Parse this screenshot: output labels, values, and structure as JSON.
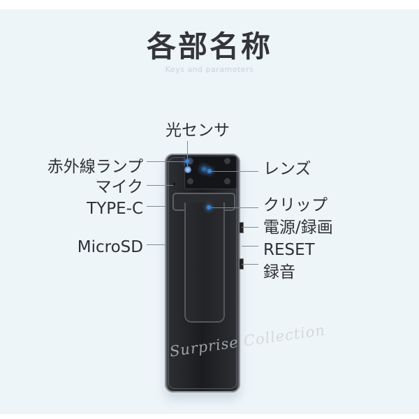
{
  "header": {
    "title": "各部名称",
    "subtitle": "Keys and parameters"
  },
  "labels": {
    "light_sensor": "光センサ",
    "ir_lamp": "赤外線ランプ",
    "mic": "マイク",
    "type_c": "TYPE-C",
    "microsd": "MicroSD",
    "lens": "レンズ",
    "clip": "クリップ",
    "power_record": "電源/録画",
    "reset": "RESET",
    "audio_record": "録音"
  },
  "watermark": "Surprise Collection",
  "colors": {
    "background": "#eef5f9",
    "text": "#2e3035",
    "accent_dot": "#3a86d8",
    "device_body": "#1c1d20"
  }
}
